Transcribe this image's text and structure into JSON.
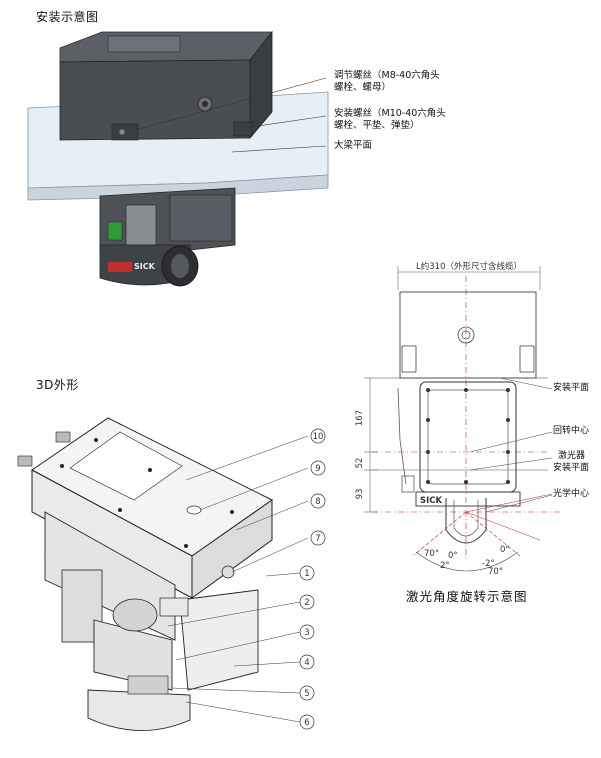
{
  "install": {
    "title": "安装示意图",
    "callouts": [
      {
        "line1": "调节螺丝（M8-40六角头",
        "line2": "螺栓、螺母）"
      },
      {
        "line1": "安装螺丝（M10-40六角头",
        "line2": "螺栓、平垫、弹垫）"
      },
      {
        "line1": "大梁平面",
        "line2": ""
      }
    ],
    "brand": "SICK"
  },
  "view3d": {
    "title": "3D外形",
    "parts": [
      "1",
      "2",
      "3",
      "4",
      "5",
      "6",
      "7",
      "8",
      "9",
      "10"
    ]
  },
  "rotation": {
    "top_dim": "L约310（外形尺寸含线缆）",
    "dims": [
      "167",
      "52",
      "93"
    ],
    "labels": [
      "安装平面",
      "回转中心",
      "激光器",
      "安装平面",
      "光学中心"
    ],
    "angles": [
      "70°",
      "0°",
      "2°",
      "-2°",
      "0°",
      "70°"
    ],
    "brand": "SICK",
    "caption": "激光角度旋转示意图"
  },
  "colors": {
    "dark_body": "#4a4d52",
    "red_accent": "#c0302a",
    "beam": "#cc2222",
    "green": "#2e9a3a"
  }
}
